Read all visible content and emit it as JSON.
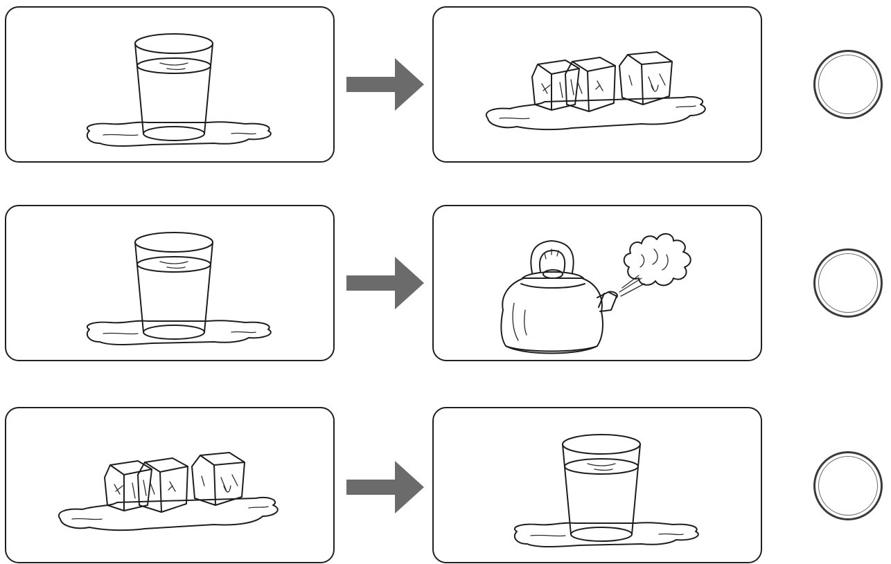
{
  "rows": [
    {
      "from": "glass-of-water",
      "to": "ice-cubes",
      "answer": ""
    },
    {
      "from": "glass-of-water",
      "to": "steaming-kettle",
      "answer": ""
    },
    {
      "from": "ice-cubes",
      "to": "glass-of-water",
      "answer": ""
    }
  ],
  "colors": {
    "border": "#1f1f1f",
    "arrow": "#6b6b6b",
    "circle": "#3a3a3a"
  },
  "icons": [
    "glass-of-water-icon",
    "ice-cubes-icon",
    "steaming-kettle-icon",
    "right-arrow-icon"
  ]
}
